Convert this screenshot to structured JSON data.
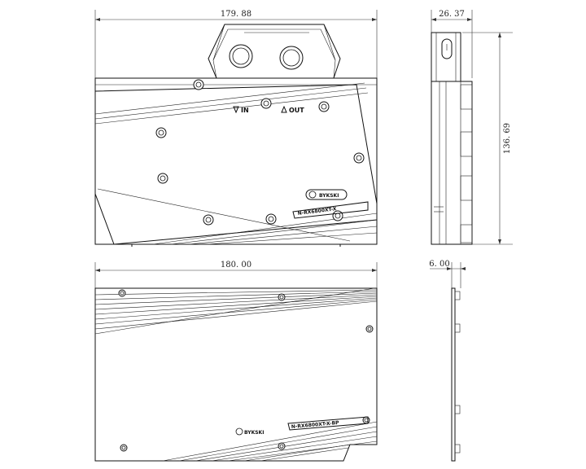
{
  "dimensions": {
    "top_width": "179. 88",
    "side_depth": "26. 37",
    "side_height": "136. 69",
    "bottom_width": "180. 00",
    "plate_thickness": "6. 00"
  },
  "ports": {
    "inlet": "IN",
    "outlet": "OUT"
  },
  "labels": {
    "brand": "BYKSKI",
    "model_top": "N-RX6800XT-X",
    "model_bottom": "N-RX6800XT-X-BP"
  }
}
